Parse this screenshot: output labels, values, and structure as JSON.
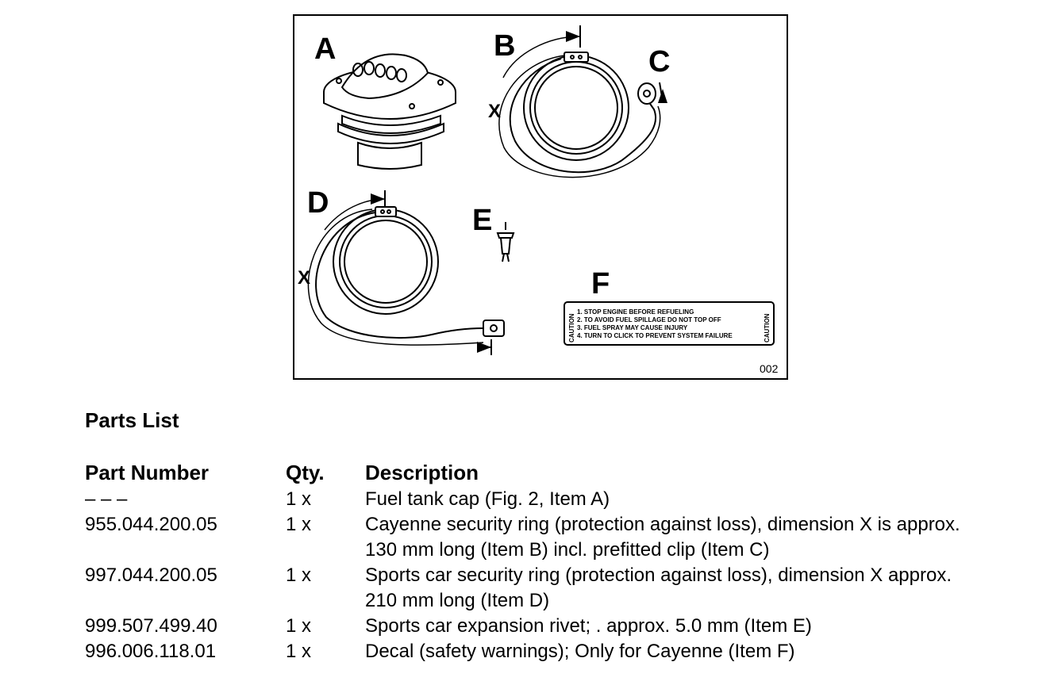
{
  "figure": {
    "labels": {
      "a": "A",
      "b": "B",
      "c": "C",
      "d": "D",
      "e": "E",
      "f": "F"
    },
    "dimension_label": "X",
    "figure_number": "002",
    "decal": {
      "side_label": "CAUTION",
      "lines": [
        "1. STOP ENGINE BEFORE REFUELING",
        "2. TO AVOID FUEL SPILLAGE DO NOT TOP OFF",
        "3. FUEL SPRAY MAY CAUSE INJURY",
        "4. TURN TO CLICK TO PREVENT SYSTEM FAILURE"
      ]
    }
  },
  "parts_list": {
    "title": "Parts List",
    "headers": {
      "part_number": "Part Number",
      "qty": "Qty.",
      "description": "Description"
    },
    "rows": [
      {
        "part_number": "– – –",
        "qty": "1 x",
        "description": "Fuel tank cap (Fig. 2, Item A)"
      },
      {
        "part_number": "955.044.200.05",
        "qty": "1 x",
        "description": "Cayenne security ring (protection against loss), dimension X is approx.",
        "description_2": "130 mm long (Item B) incl. prefitted clip (Item C)"
      },
      {
        "part_number": "997.044.200.05",
        "qty": "1 x",
        "description": "Sports car security ring (protection against loss), dimension X approx.",
        "description_2": "210 mm long (Item D)"
      },
      {
        "part_number": "999.507.499.40",
        "qty": "1 x",
        "description": "Sports car expansion rivet; . approx. 5.0 mm (Item E)"
      },
      {
        "part_number": "996.006.118.01",
        "qty": "1 x",
        "description": "Decal (safety warnings); Only for Cayenne (Item F)"
      }
    ]
  }
}
